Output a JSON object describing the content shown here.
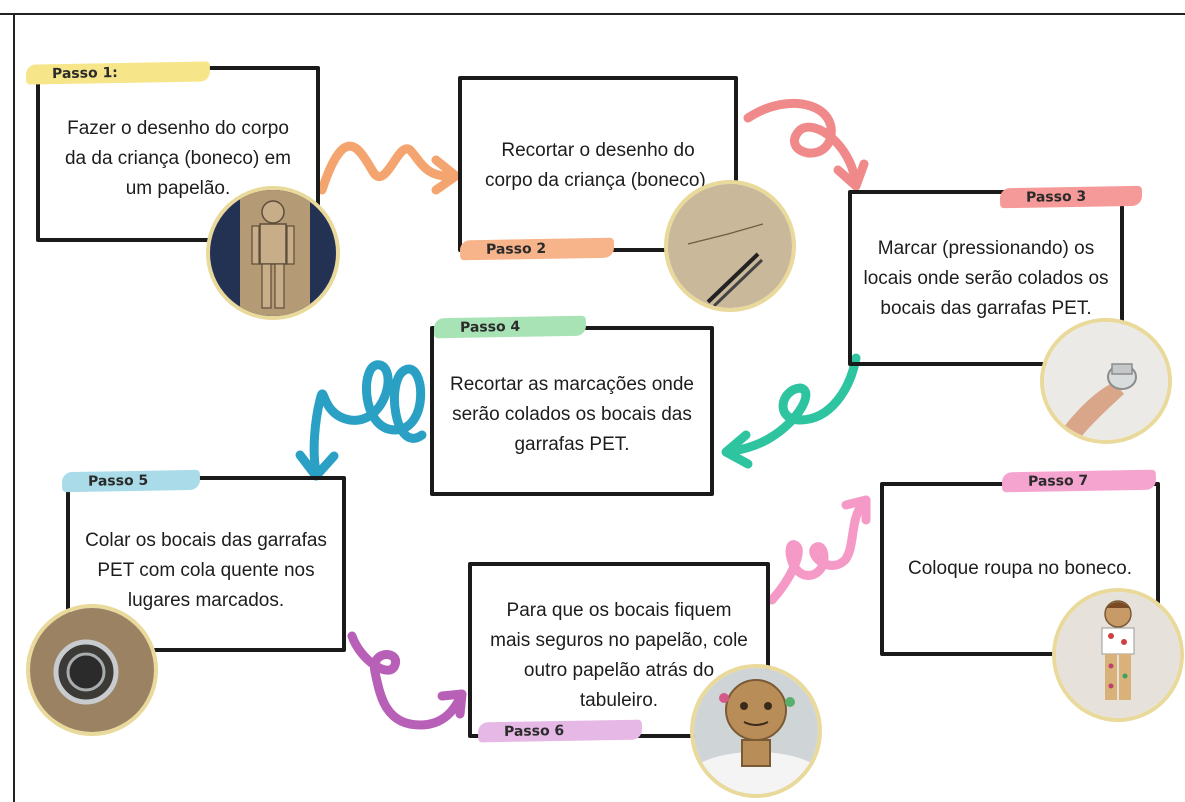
{
  "steps": [
    {
      "tag": "Passo 1:",
      "tag_color": "#f7e58a",
      "text": "Fazer o desenho do corpo da da criança (boneco) em um papelão."
    },
    {
      "tag": "Passo 2",
      "tag_color": "#f7b48a",
      "text": "Recortar o desenho do corpo da criança (boneco)."
    },
    {
      "tag": "Passo 3",
      "tag_color": "#f59a98",
      "text": "Marcar (pressionando) os locais onde serão colados os bocais das garrafas PET."
    },
    {
      "tag": "Passo 4",
      "tag_color": "#a8e3b5",
      "text": "Recortar as marcações onde serão colados os bocais das garrafas PET."
    },
    {
      "tag": "Passo 5",
      "tag_color": "#a9dce8",
      "text": "Colar os bocais das garrafas PET com cola quente nos lugares marcados."
    },
    {
      "tag": "Passo 6",
      "tag_color": "#e6b8e6",
      "text": "Para que os bocais fiquem mais seguros no papelão, cole outro papelão atrás do tabuleiro."
    },
    {
      "tag": "Passo 7",
      "tag_color": "#f5a3cf",
      "text": "Coloque roupa no boneco."
    }
  ],
  "arrow_colors": [
    "#f4a46f",
    "#f08a8a",
    "#2ec4a0",
    "#2aa1c4",
    "#b85fb7",
    "#f59ac6"
  ],
  "photos": [
    "cardboard-doll-drawing",
    "cutting-with-scissors",
    "hand-holding-bottle-neck",
    "glued-bottle-neck",
    "cardboard-doll-face",
    "dressed-doll"
  ]
}
